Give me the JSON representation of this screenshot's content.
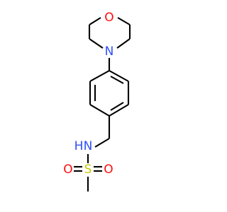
{
  "molecule": {
    "atoms": {
      "oxygen_ring": "O",
      "nitrogen_ring": "N",
      "nitrogen_amide": "N",
      "hydrogen_amide": "H",
      "sulfur": "S",
      "oxygen_left": "O",
      "oxygen_right": "O"
    }
  },
  "colors": {
    "bond": "#000000",
    "oxygen": "#ff0d0d",
    "nitrogen": "#3050f8",
    "sulfur": "#c8c800"
  }
}
